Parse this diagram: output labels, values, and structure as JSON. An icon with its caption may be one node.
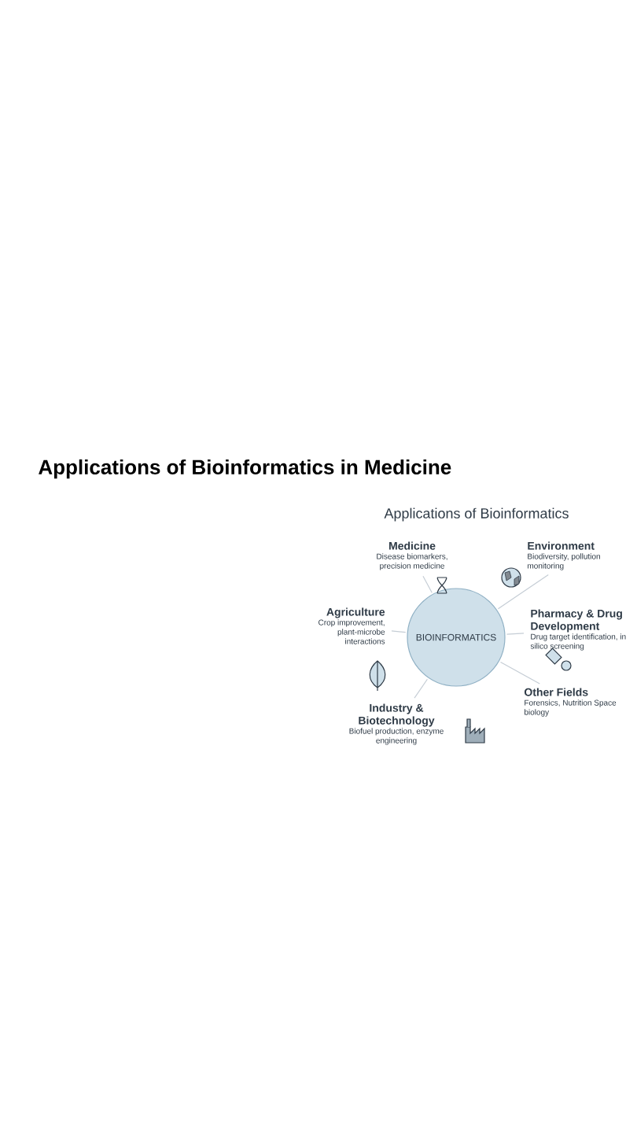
{
  "diagram": {
    "title": "Applications of Bioinformatics in Medicine",
    "nodes": [
      {
        "text": [
          "BIOINFORMATICS"
        ]
      },
      {
        "text": [
          "Medicine",
          "Disease biomarkers, precision medicine"
        ]
      },
      {
        "text": [
          "Environment",
          "Biodiversity, pollution monitoring"
        ]
      },
      {
        "text": [
          "Agriculture",
          "Crop improvement, plant-microbe interactions"
        ]
      },
      {
        "text": [
          "Pharmacy & Drug Development",
          "Drug target identification, in silico screening"
        ]
      },
      {
        "text": [
          "Industry & Biotechnology",
          "Biofuel production, enzyme engineering"
        ]
      },
      {
        "text": [
          "Other Fields",
          "Forensics, Nutrition Space biology"
        ]
      }
    ],
    "edges": [
      {
        "from": 0,
        "to": 1,
        "arrow": "none"
      },
      {
        "from": 0,
        "to": 2,
        "arrow": "none"
      },
      {
        "from": 0,
        "to": 3,
        "arrow": "none"
      },
      {
        "from": 0,
        "to": 4,
        "arrow": "none"
      },
      {
        "from": 0,
        "to": 5,
        "arrow": "none"
      },
      {
        "from": 0,
        "to": 6,
        "arrow": "none"
      }
    ],
    "labels": [
      "Applications of Bioinformatics"
    ]
  }
}
